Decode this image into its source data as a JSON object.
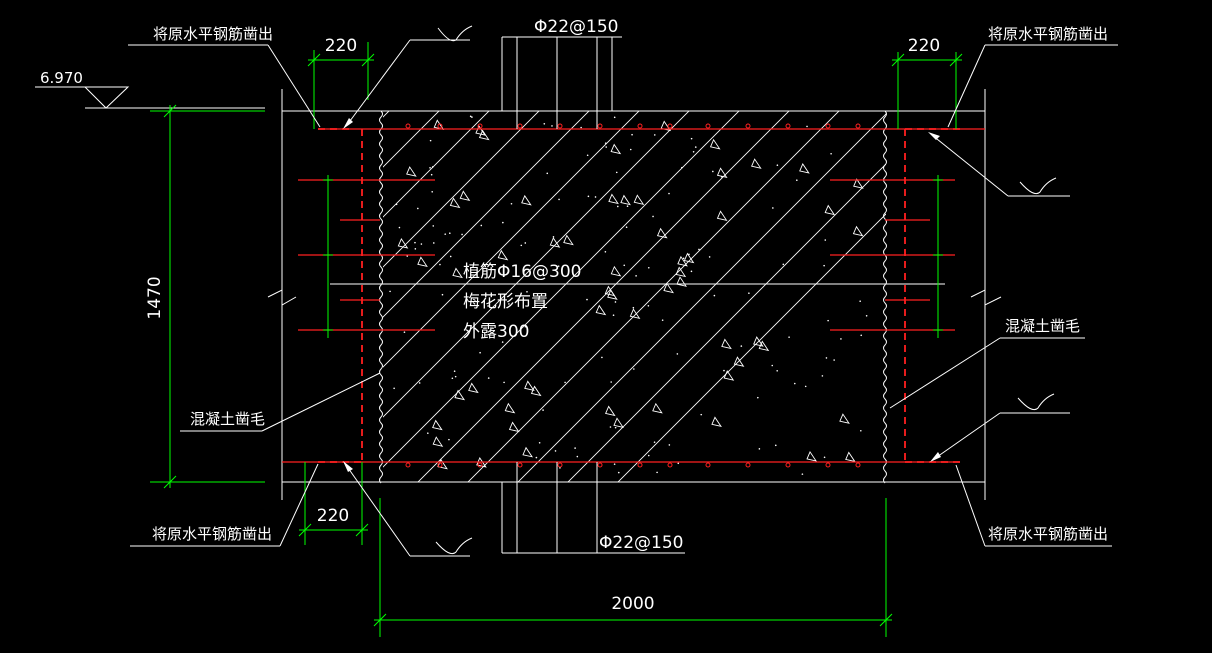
{
  "labels": {
    "top_left_leader": "将原水平钢筋凿出",
    "top_right_leader": "将原水平钢筋凿出",
    "bottom_left_leader": "将原水平钢筋凿出",
    "bottom_right_leader": "将原水平钢筋凿出",
    "elevation": "6.970",
    "top_rebar": "Φ22@150",
    "bottom_rebar": "Φ22@150",
    "anchor_line1": "植筋Φ16@300",
    "anchor_line2": "梅花形布置",
    "anchor_line3": "外露300",
    "rough_left": "混凝土凿毛",
    "rough_right": "混凝土凿毛"
  },
  "dimensions": {
    "top_left": "220",
    "top_right": "220",
    "bottom_left": "220",
    "height": "1470",
    "width": "2000"
  },
  "colors": {
    "background": "#000000",
    "lines": "#ffffff",
    "dimensions": "#00ff00",
    "rebar": "#ff2020"
  }
}
